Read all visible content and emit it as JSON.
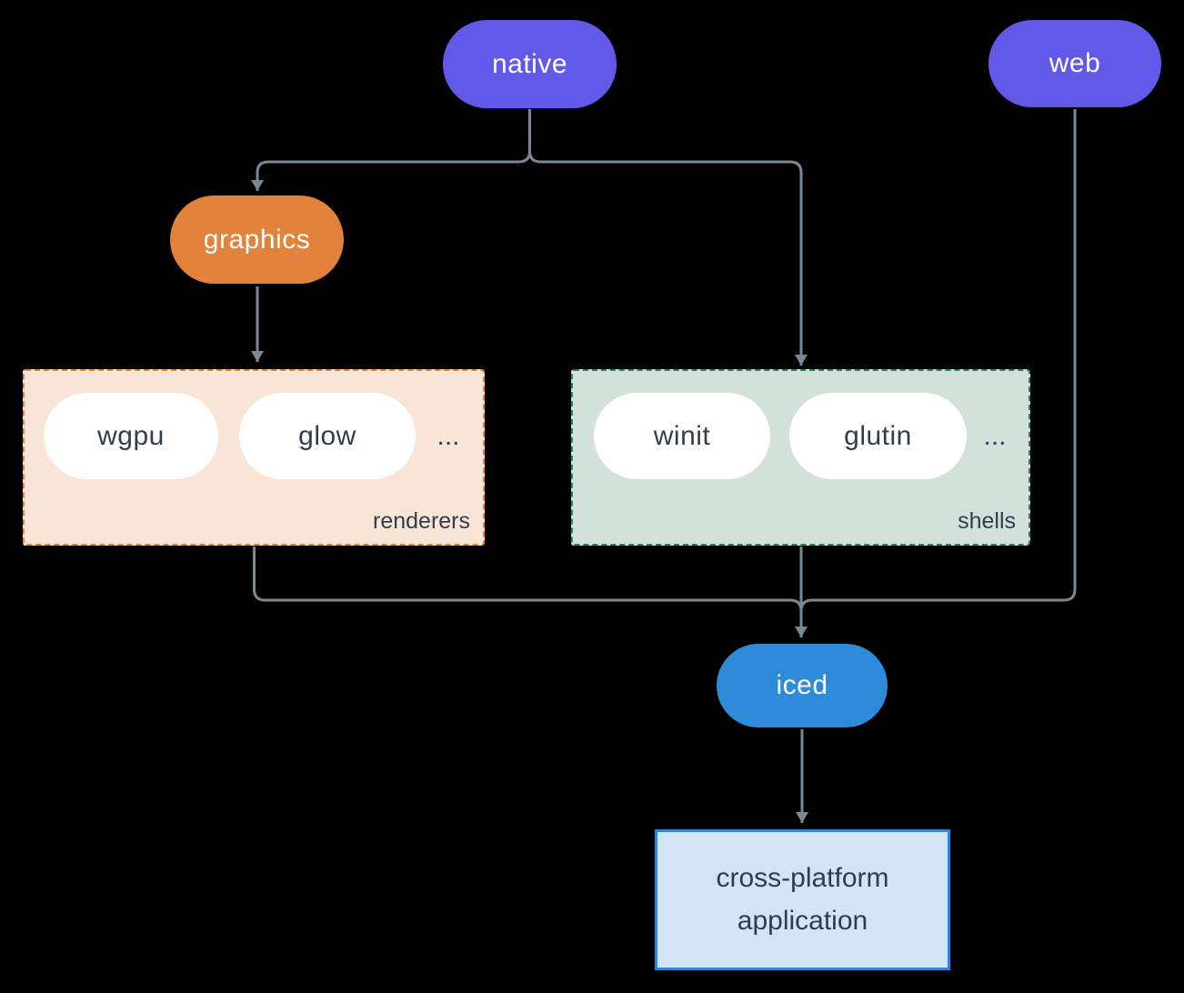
{
  "diagram": {
    "background_color": "#000000",
    "connector_color": "#7A8894",
    "nodes": {
      "native": {
        "label": "native",
        "color": "#6359E9",
        "text_color": "#FFFFFF"
      },
      "web": {
        "label": "web",
        "color": "#6359E9",
        "text_color": "#FFFFFF"
      },
      "graphics": {
        "label": "graphics",
        "color": "#E2823B",
        "text_color": "#FFFFFF"
      },
      "iced": {
        "label": "iced",
        "color": "#2E8BD9",
        "text_color": "#FFFFFF"
      },
      "application": {
        "label_line1": "cross-platform",
        "label_line2": "application",
        "fill": "#D4E4F7",
        "border": "#2E86D8",
        "text_color": "#2F3E4E"
      }
    },
    "groups": {
      "renderers": {
        "label": "renderers",
        "fill": "#F9E5D5",
        "border": "#E0823C",
        "items": [
          "wgpu",
          "glow"
        ],
        "ellipsis": "...",
        "item_text_color": "#2F3E4E"
      },
      "shells": {
        "label": "shells",
        "fill": "#D2E1DA",
        "border": "#2E7D6E",
        "items": [
          "winit",
          "glutin"
        ],
        "ellipsis": "...",
        "item_text_color": "#2F3E4E"
      }
    },
    "edges": [
      "native -> graphics",
      "native -> shells",
      "graphics -> renderers",
      "renderers -> iced",
      "shells -> iced",
      "web -> iced",
      "iced -> application"
    ]
  }
}
